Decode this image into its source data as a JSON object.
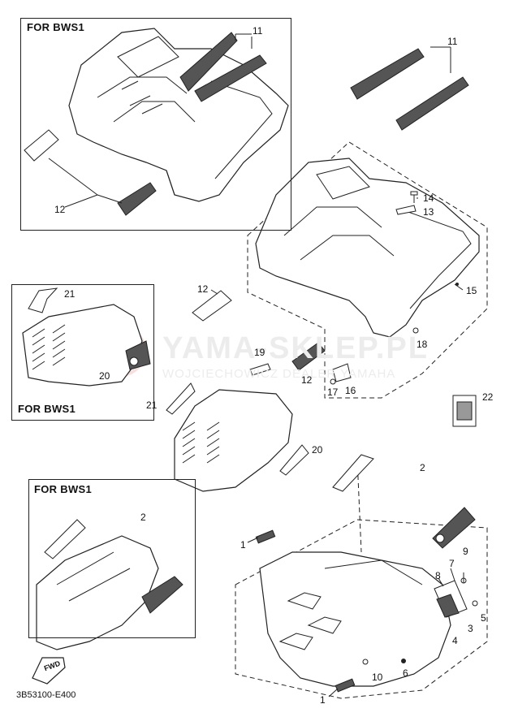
{
  "watermark": {
    "brand": "YAMA-SKLEP.PL",
    "subtitle": "WOJCIECHOWICZ DEALER YAMAHA"
  },
  "panels": [
    {
      "id": "top",
      "label": "FOR BWS1"
    },
    {
      "id": "mid",
      "label": "FOR BWS1"
    },
    {
      "id": "bot",
      "label": "FOR BWS1"
    }
  ],
  "callouts": {
    "c11a": "11",
    "c11b": "11",
    "c12a": "12",
    "c12b": "12",
    "c12c": "12",
    "c13": "13",
    "c14": "14",
    "c15": "15",
    "c16": "16",
    "c17": "17",
    "c18": "18",
    "c19": "19",
    "c20a": "20",
    "c20b": "20",
    "c21a": "21",
    "c21b": "21",
    "c22": "22",
    "c2a": "2",
    "c2b": "2",
    "c1a": "1",
    "c1b": "1",
    "c3": "3",
    "c4": "4",
    "c5": "5",
    "c6": "6",
    "c7": "7",
    "c8": "8",
    "c9": "9",
    "c10": "10"
  },
  "fwd_label": "FWD",
  "diagram_code": "3B53100-E400",
  "icons": {
    "fwd": "fwd-arrow-icon",
    "logo": "watermark-logo-icon"
  }
}
